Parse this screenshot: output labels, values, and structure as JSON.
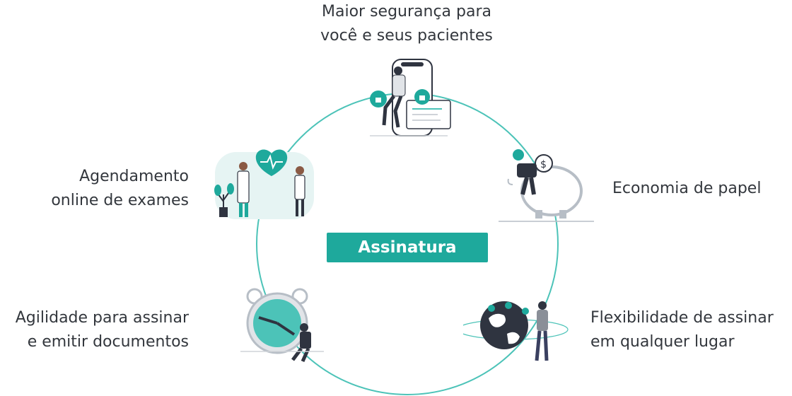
{
  "center": {
    "title": "Assinatura digital"
  },
  "nodes": {
    "top": {
      "lines": [
        "Maior segurança para",
        "você e seus pacientes"
      ]
    },
    "left_upper": {
      "lines": [
        "Agendamento",
        "online de exames"
      ]
    },
    "right_upper": {
      "lines": [
        "Economia de papel"
      ]
    },
    "left_lower": {
      "lines": [
        "Agilidade para assinar",
        "e emitir documentos"
      ]
    },
    "right_lower": {
      "lines": [
        "Flexibilidade de assinar",
        "em qualquer lugar"
      ]
    }
  },
  "colors": {
    "accent": "#1ea99c",
    "ring": "#4cc3b8",
    "text": "#33373d",
    "dark": "#2f3440"
  },
  "icons": [
    "phone-security-illustration",
    "doctors-heart-illustration",
    "piggy-bank-illustration",
    "alarm-clock-illustration",
    "globe-pins-illustration"
  ]
}
